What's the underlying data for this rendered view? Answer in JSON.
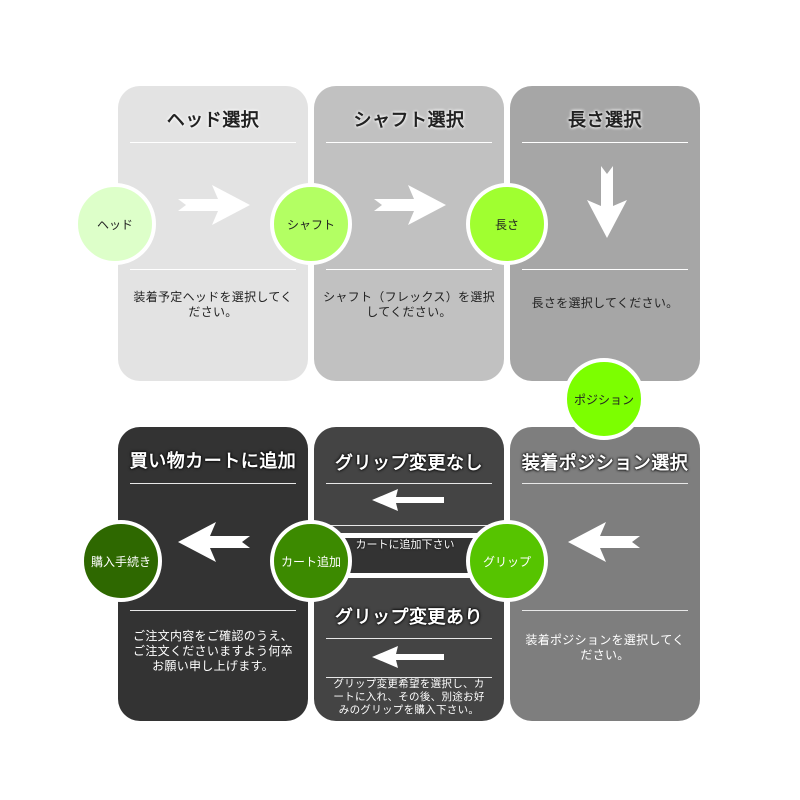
{
  "colors": {
    "card_head": "#e3e3e3",
    "card_shaft": "#c1c1c1",
    "card_length": "#a6a6a6",
    "card_position": "#7e7e7e",
    "card_grip": "#444444",
    "card_cart": "#333333",
    "circle_head": "#ddffc9",
    "circle_shaft": "#b3ff63",
    "circle_length": "#a0ff30",
    "circle_position": "#7cff00",
    "circle_grip": "#56c400",
    "circle_cart": "#3c8a00",
    "circle_purchase": "#2e6800"
  },
  "steps": {
    "head": {
      "title": "ヘッド選択",
      "circle": "ヘッド",
      "desc_line1": "装着予定ヘッドを選択してく",
      "desc_line2": "ださい。"
    },
    "shaft": {
      "title": "シャフト選択",
      "circle": "シャフト",
      "desc_line1": "シャフト（フレックス）を選択",
      "desc_line2": "してください。"
    },
    "length": {
      "title": "長さ選択",
      "circle": "長さ",
      "desc_line1": "長さを選択してください。"
    },
    "position": {
      "title": "装着ポジション選択",
      "circle": "ポジション",
      "desc_line1": "装着ポジションを選択してく",
      "desc_line2": "ださい。"
    },
    "grip": {
      "title_no_change": "グリップ変更なし",
      "no_change_text": "カートに追加下さい",
      "title_change": "グリップ変更あり",
      "circle": "グリップ",
      "desc_line1": "グリップ変更希望を選択し、カ",
      "desc_line2": "ートに入れ、その後、別途お好",
      "desc_line3": "みのグリップを購入下さい。"
    },
    "cart": {
      "title": "買い物カートに追加",
      "circle": "カート追加",
      "desc_line1": "ご注文内容をご確認のうえ、",
      "desc_line2": "ご注文くださいますよう何卒",
      "desc_line3": "お願い申し上げます。"
    },
    "purchase": {
      "circle": "購入手続き"
    }
  }
}
